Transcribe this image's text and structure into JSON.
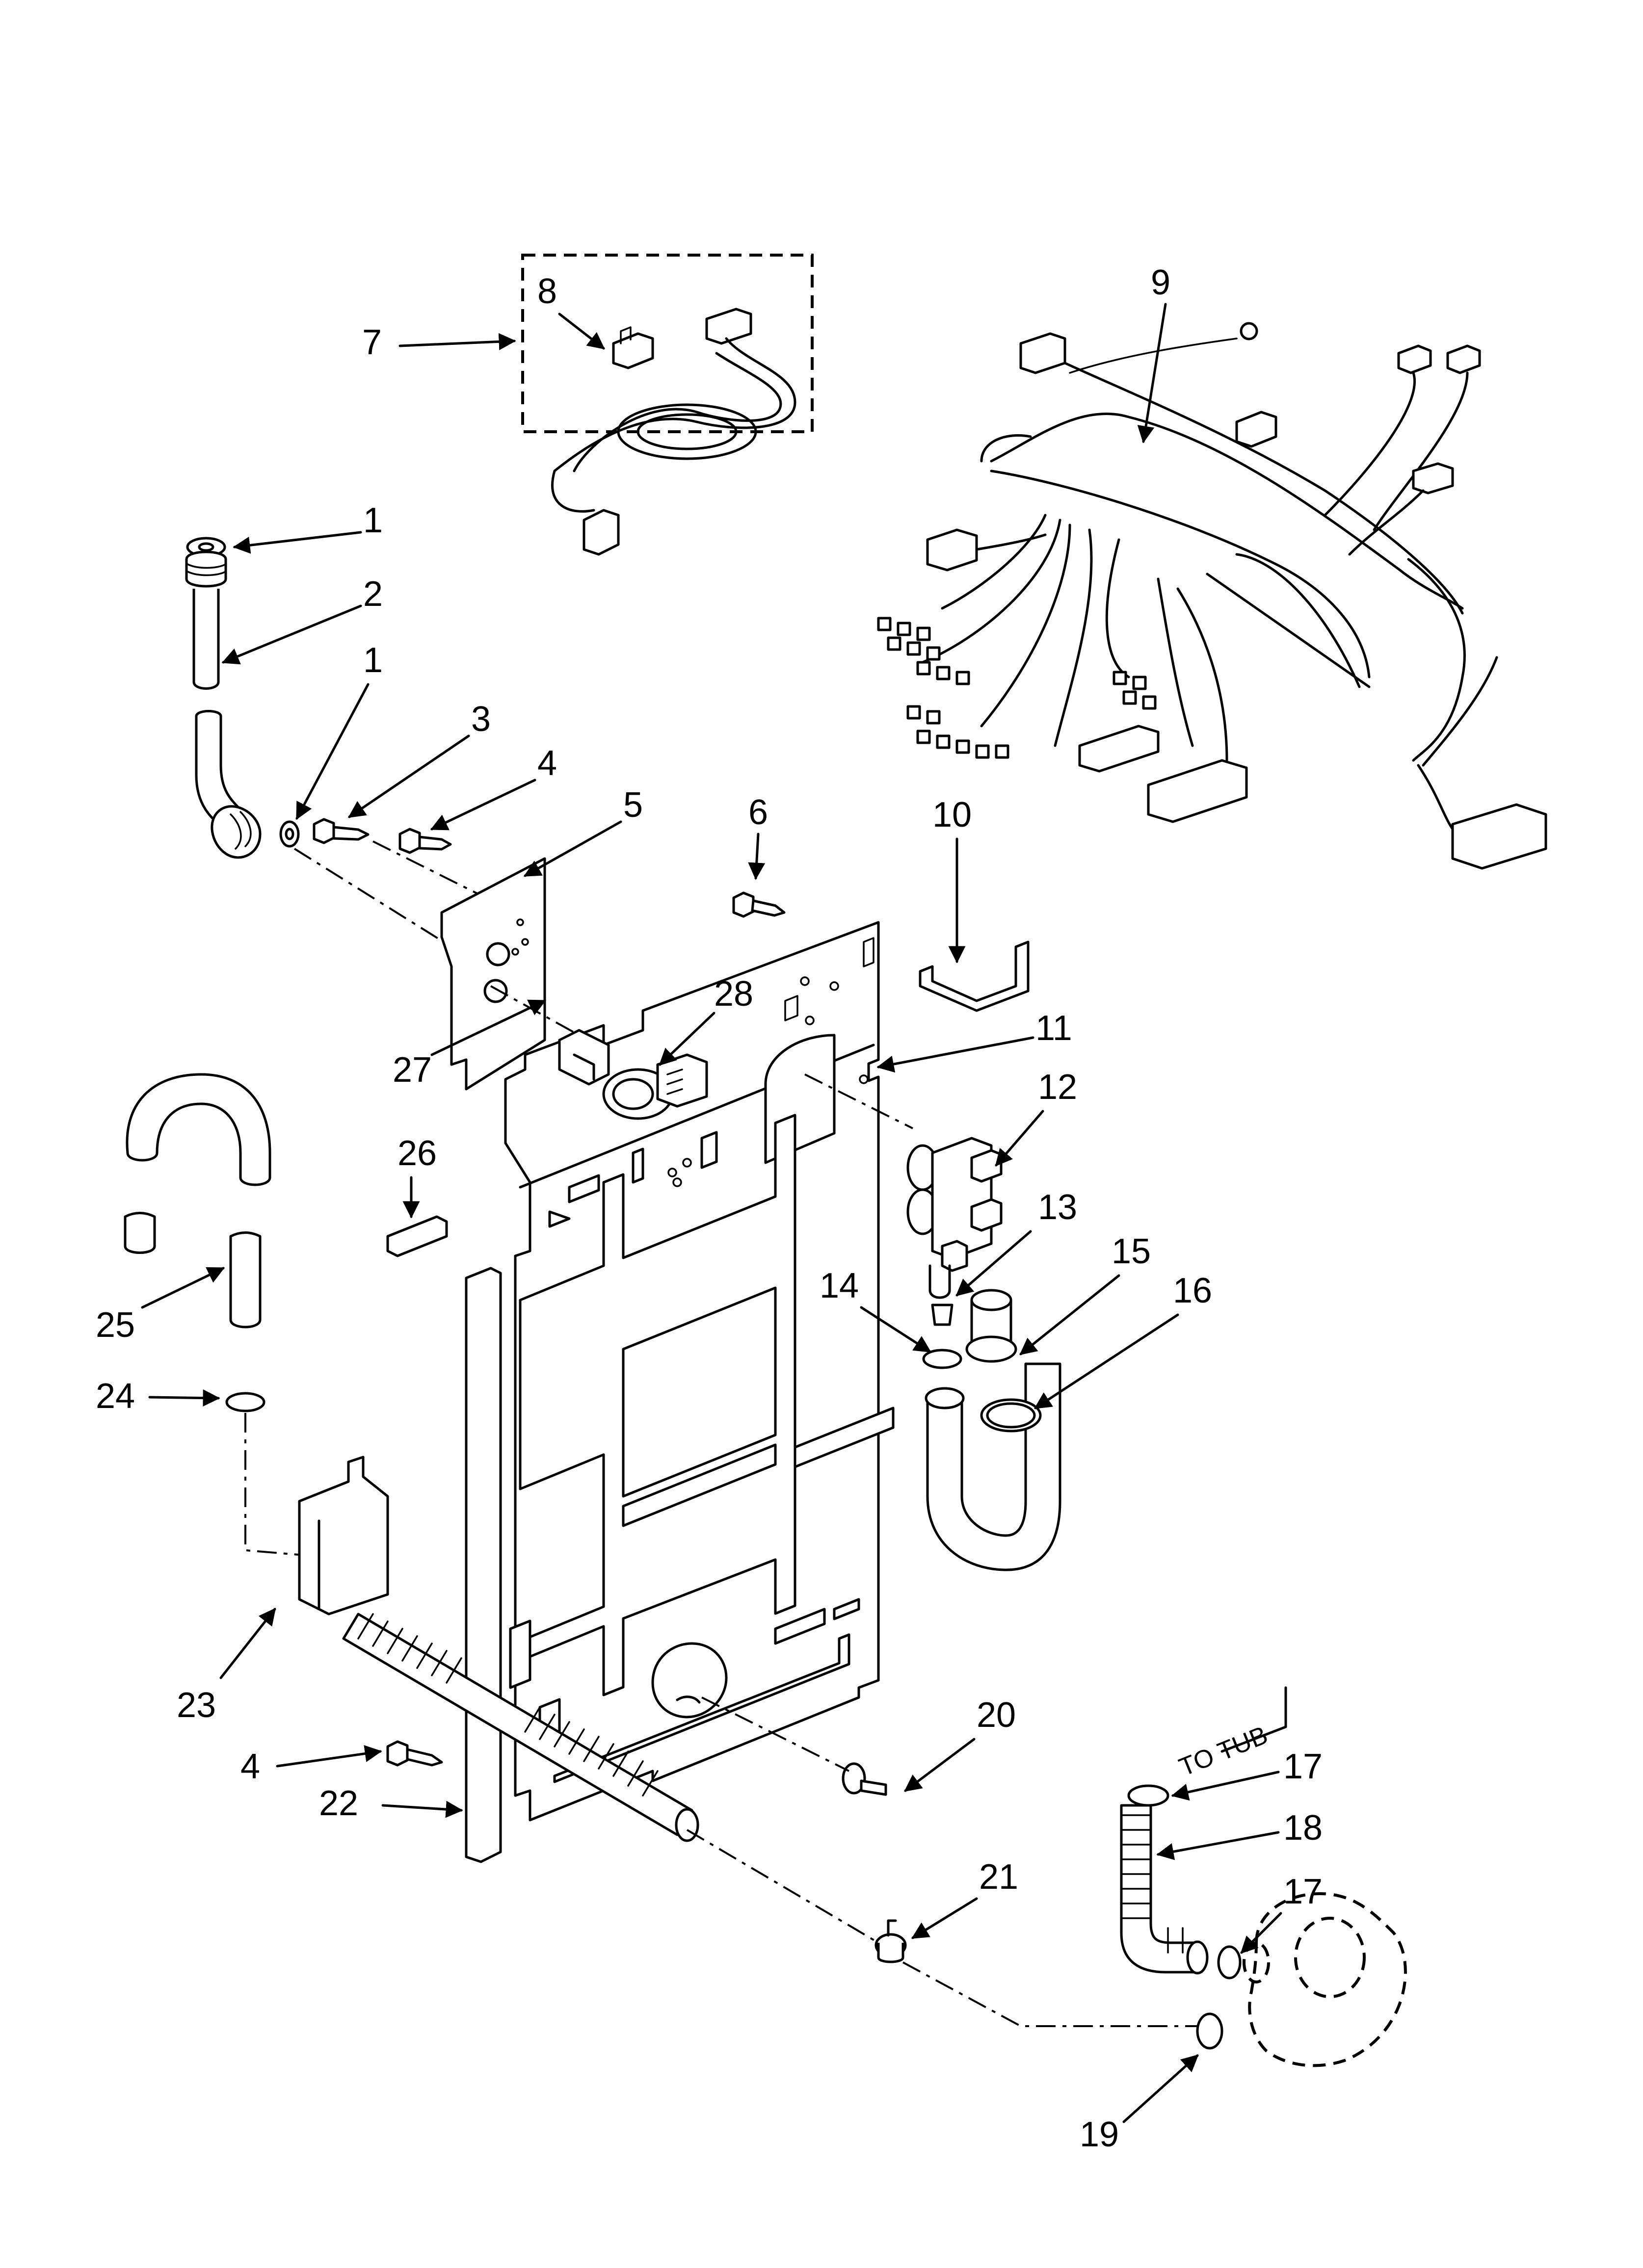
{
  "diagram": {
    "callouts": {
      "c1a": "1",
      "c2": "2",
      "c1b": "1",
      "c3": "3",
      "c4a": "4",
      "c5": "5",
      "c6": "6",
      "c7": "7",
      "c8": "8",
      "c9": "9",
      "c10": "10",
      "c11": "11",
      "c12": "12",
      "c13": "13",
      "c14": "14",
      "c15": "15",
      "c16": "16",
      "c17a": "17",
      "c18": "18",
      "c17b": "17",
      "c19": "19",
      "c20": "20",
      "c21": "21",
      "c22": "22",
      "c4b": "4",
      "c23": "23",
      "c24": "24",
      "c25": "25",
      "c26": "26",
      "c27": "27",
      "c28": "28"
    },
    "note_to_tub": "TO TUB"
  }
}
